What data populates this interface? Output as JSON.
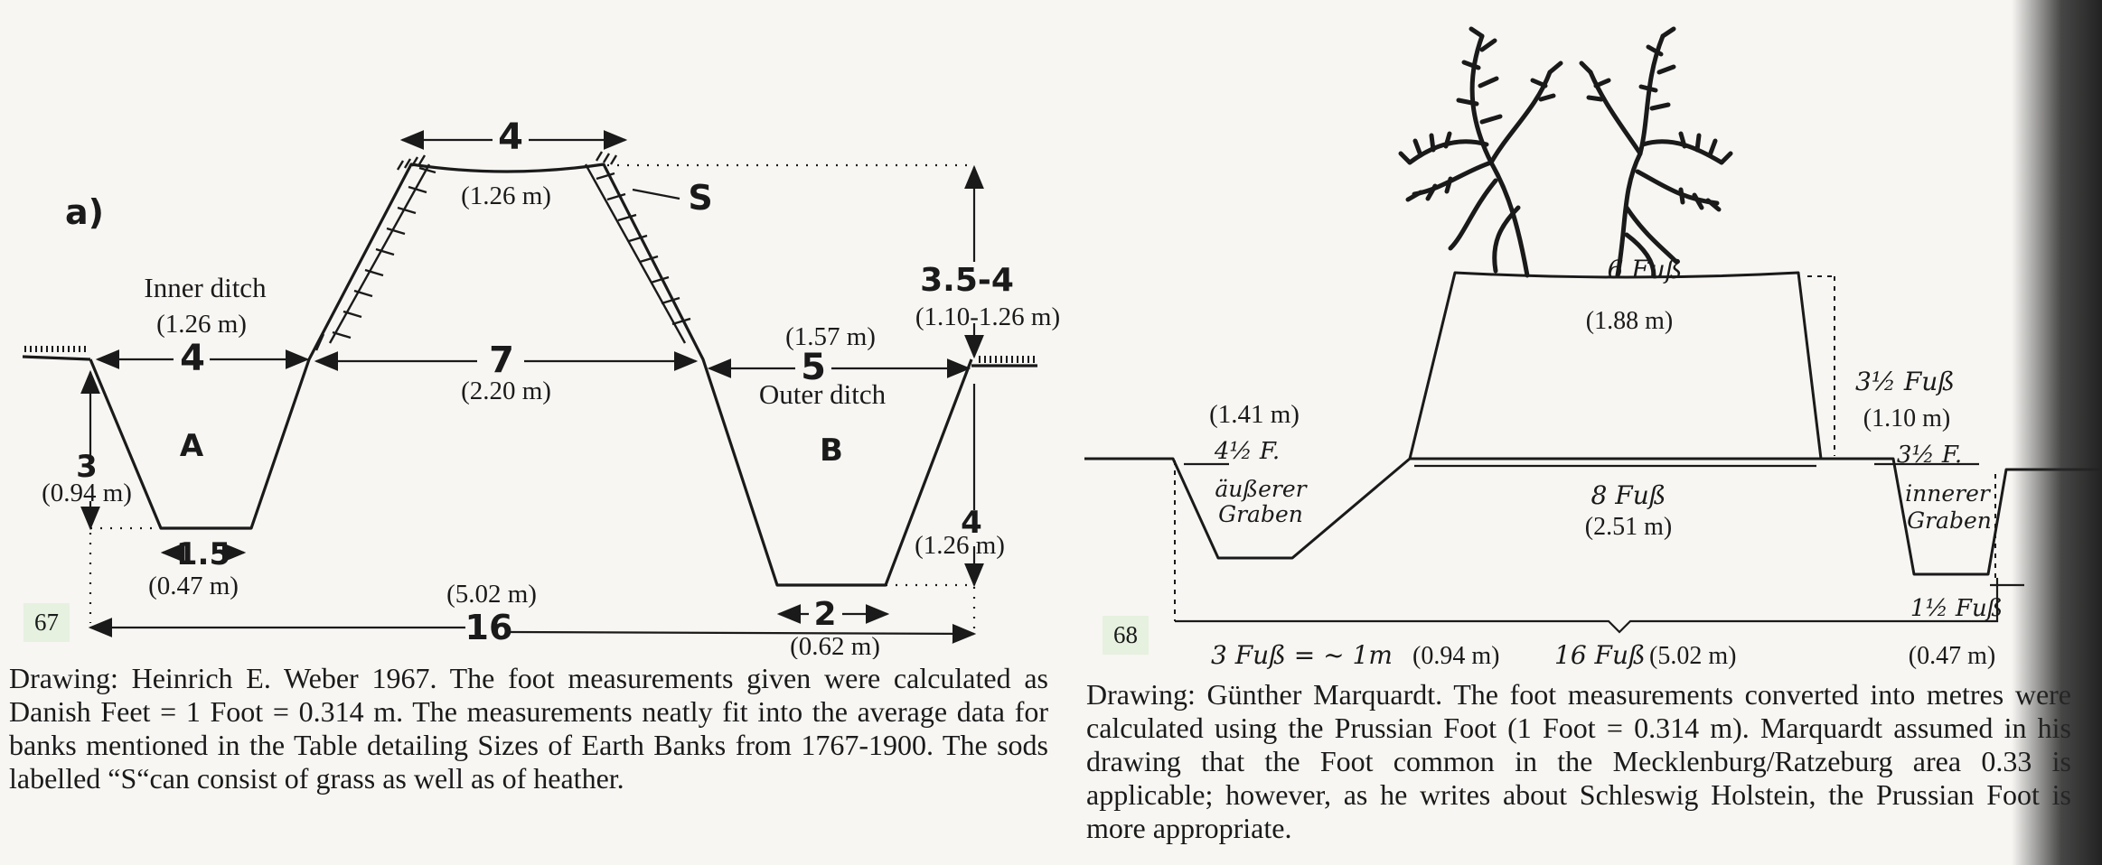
{
  "figure_left": {
    "number": "67",
    "panel_label": "a)",
    "letter_a": "A",
    "letter_b": "B",
    "letter_s": "S",
    "label_inner_ditch": "Inner ditch",
    "label_outer_ditch": "Outer ditch",
    "top_width": "4",
    "top_width_m": "(1.26 m)",
    "inner_ditch_width": "4",
    "inner_ditch_width_m": "(1.26 m)",
    "base_width": "7",
    "base_width_m": "(2.20 m)",
    "outer_ditch_width": "5",
    "outer_ditch_width_m": "(1.57 m)",
    "height": "3.5-4",
    "height_m": "(1.10-1.26 m)",
    "inner_depth": "3",
    "inner_depth_m": "(0.94 m)",
    "inner_bottom": "1.5",
    "inner_bottom_m": "(0.47 m)",
    "outer_depth": "4",
    "outer_depth_m": "(1.26 m)",
    "outer_bottom": "2",
    "outer_bottom_m": "(0.62 m)",
    "total_width": "16",
    "total_width_m": "(5.02 m)",
    "caption": "Drawing: Heinrich E. Weber 1967. The foot measurements given were calculated as Danish Feet = 1 Foot = 0.314 m. The measurements neatly fit into the average data for banks mentioned in the Table detailing Sizes of Earth Banks from 1767-1900. The sods labelled “S“can consist of grass as well as of heather."
  },
  "figure_right": {
    "number": "68",
    "top": "6 Fuß",
    "top_m": "(1.88 m)",
    "height": "3½ Fuß",
    "height_m": "(1.10 m)",
    "outer_ditch_width": "4½ F.",
    "outer_ditch_width_m": "(1.41 m)",
    "outer_ditch_label_1": "äußerer",
    "outer_ditch_label_2": "Graben",
    "base": "8 Fuß",
    "base_m": "(2.51 m)",
    "inner_ditch_width": "3½ F.",
    "inner_ditch_label_1": "innerer",
    "inner_ditch_label_2": "Graben",
    "inner_bottom": "1½ Fuß",
    "inner_bottom_m": "(0.47 m)",
    "scale": "3 Fuß = ~ 1m",
    "scale_m": "(0.94 m)",
    "total": "16 Fuß",
    "total_m": "(5.02 m)",
    "caption": "Drawing: Günther Marquardt. The foot measurements converted into metres were calculated using the Prussian Foot (1 Foot = 0.314 m). Marquardt assumed in his drawing that the Foot common in the Mecklenburg/Ratzeburg area 0.33 is applicable; however, as he writes about Schleswig Holstein, the Prussian Foot is more appropriate."
  }
}
